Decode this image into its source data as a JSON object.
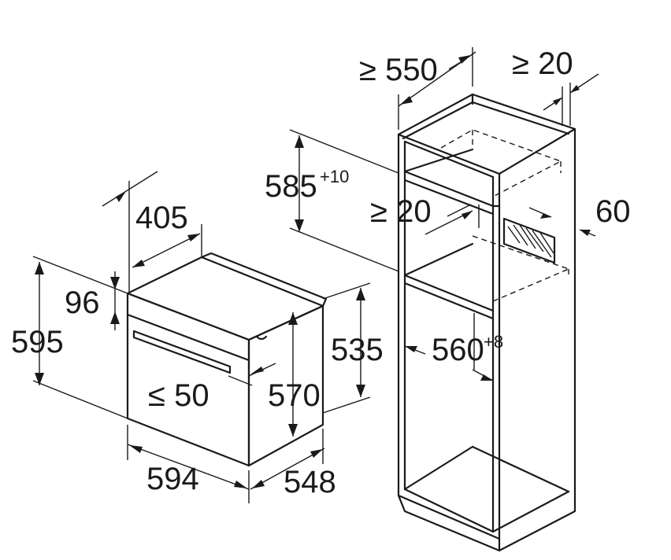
{
  "oven": {
    "height": "595",
    "width": "594",
    "depth": "548",
    "front_panel_height": "96",
    "door_gap": "≤ 50",
    "side_depth": "405",
    "body_height": "570",
    "niche_height_required": "535"
  },
  "cabinet": {
    "depth_min": "≥ 550",
    "rear_gap_min": "≥ 20",
    "ventilation_gap_min": "≥ 20",
    "niche_height": "585",
    "niche_height_tolerance": "+10",
    "niche_width": "560",
    "niche_width_tolerance": "+8",
    "vent_opening": "60"
  }
}
